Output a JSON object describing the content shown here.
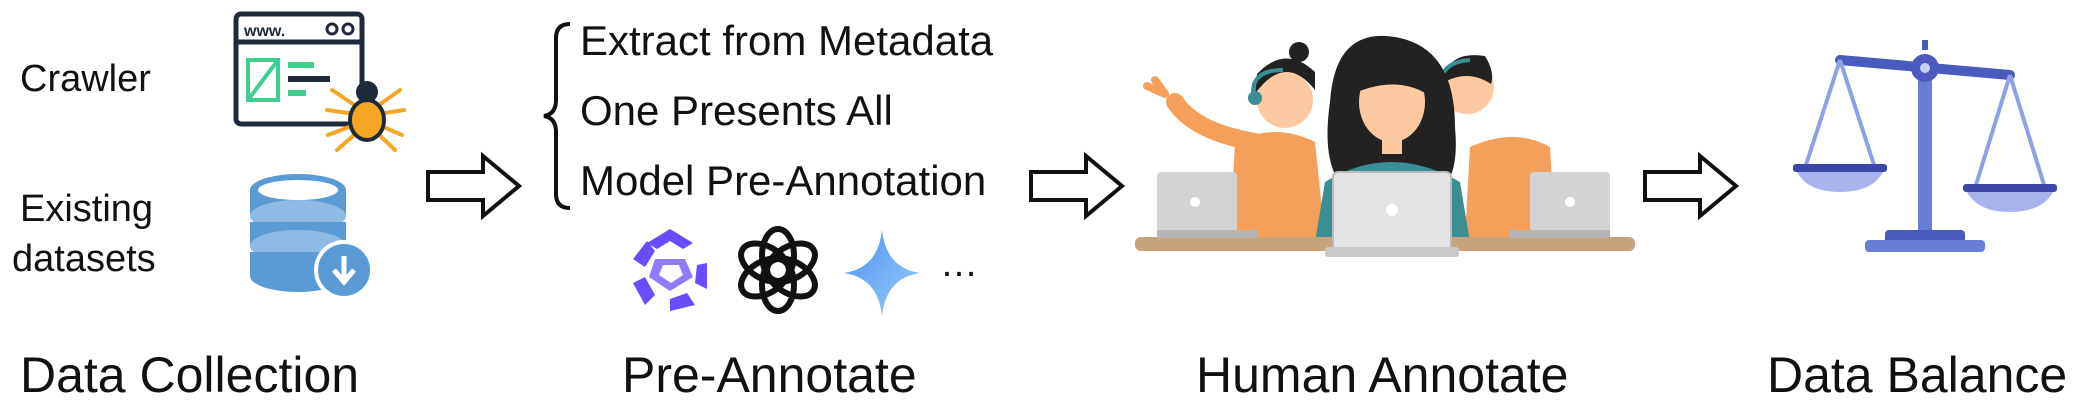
{
  "stages": [
    {
      "label": "Data Collection"
    },
    {
      "label": "Pre-Annotate"
    },
    {
      "label": "Human Annotate"
    },
    {
      "label": "Data Balance"
    }
  ],
  "collection": {
    "crawler_label": "Crawler",
    "existing_label_line1": "Existing",
    "existing_label_line2": "datasets",
    "browser_url_text": "www."
  },
  "pre_annotate": {
    "methods": [
      "Extract from Metadata",
      "One Presents All",
      "Model Pre-Annotation"
    ],
    "model_icons": [
      "qwen-logo",
      "openai-logo",
      "gemini-sparkle"
    ],
    "ellipsis": "…"
  },
  "colors": {
    "browser_frame": "#1e2a3a",
    "browser_green": "#3ecf8e",
    "spider_orange": "#f5a623",
    "database_blue": "#5b9bd5",
    "annotator_orange": "#f4a05a",
    "annotator_teal": "#3b8f94",
    "scale_blue": "#5a6fc9",
    "qwen_purple": "#6a4cff"
  }
}
